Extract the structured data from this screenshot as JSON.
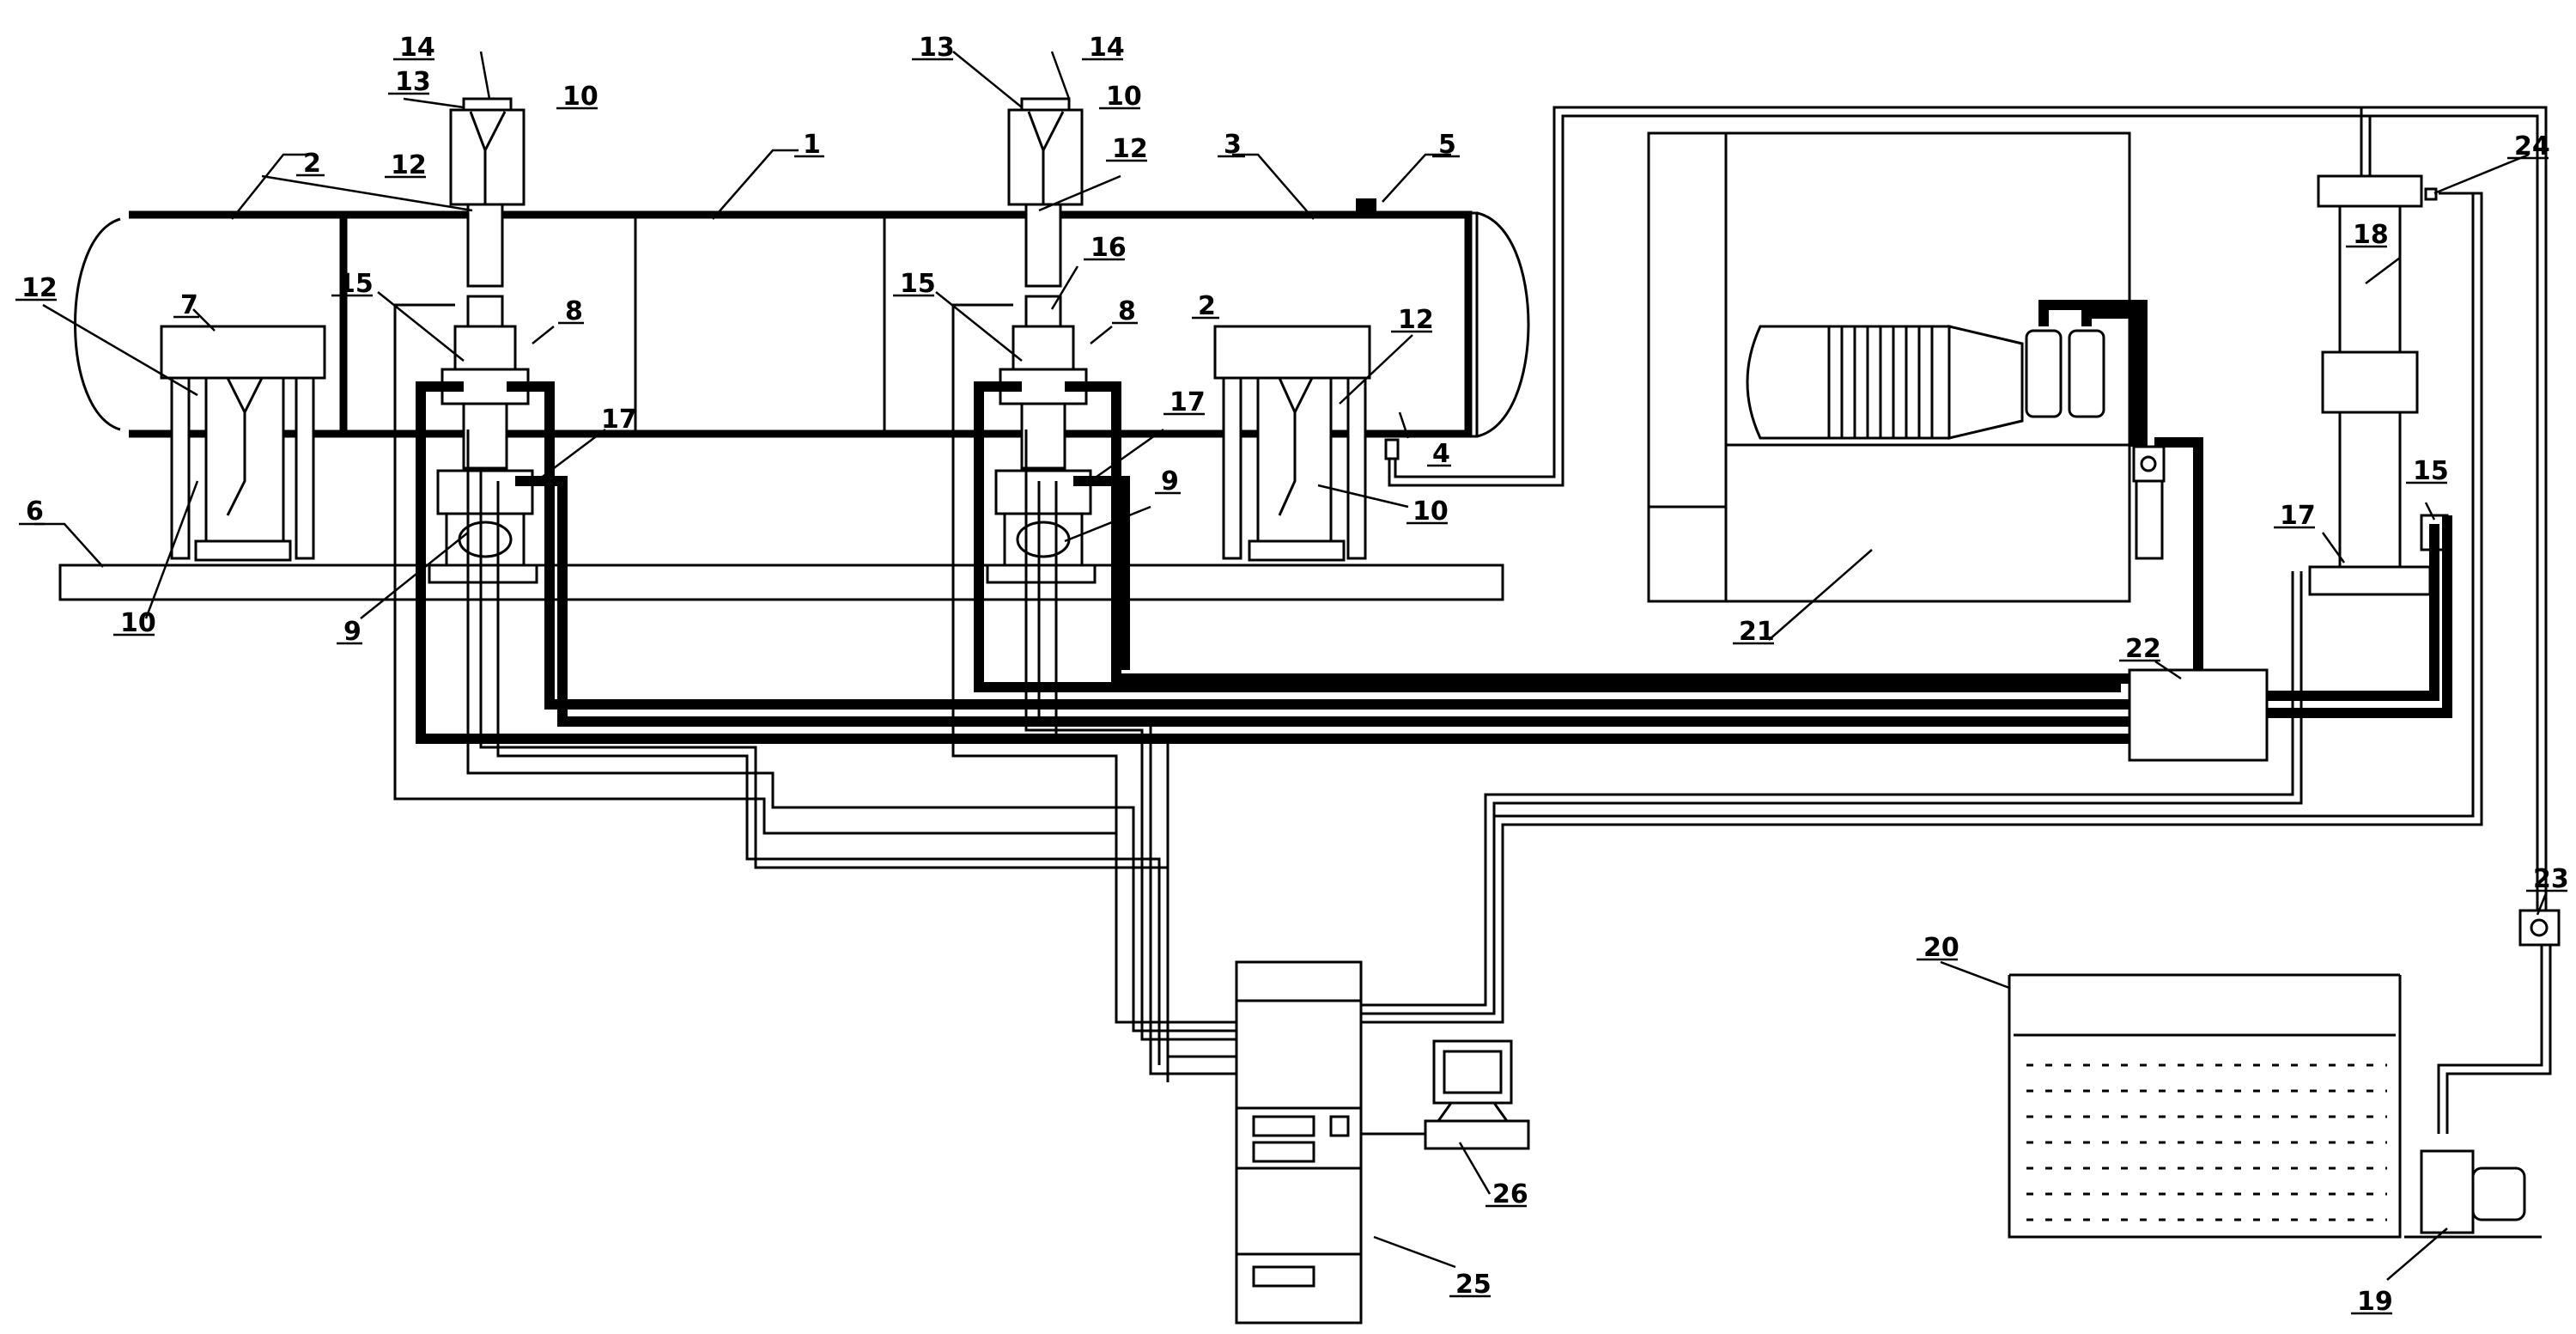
{
  "labels": {
    "l1": "1",
    "l2a": "2",
    "l2b": "2",
    "l3": "3",
    "l4": "4",
    "l5": "5",
    "l6": "6",
    "l7": "7",
    "l8a": "8",
    "l8b": "8",
    "l9a": "9",
    "l9b": "9",
    "l10a": "10",
    "l10b": "10",
    "l10c": "10",
    "l10d": "10",
    "l12a": "12",
    "l12b": "12",
    "l12c": "12",
    "l12d": "12",
    "l13a": "13",
    "l13b": "13",
    "l14a": "14",
    "l14b": "14",
    "l15a": "15",
    "l15b": "15",
    "l15c": "15",
    "l16": "16",
    "l17a": "17",
    "l17b": "17",
    "l17c": "17",
    "l18": "18",
    "l19": "19",
    "l20": "20",
    "l21": "21",
    "l22": "22",
    "l23": "23",
    "l24": "24",
    "l25": "25",
    "l26": "26"
  }
}
